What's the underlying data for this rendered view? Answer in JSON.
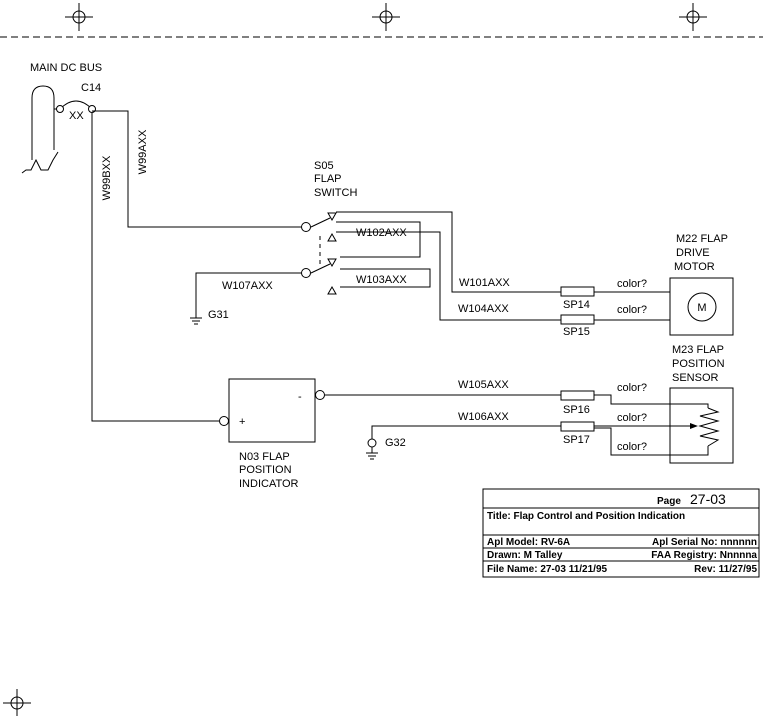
{
  "bus": {
    "label": "MAIN DC BUS",
    "breaker_id": "C14",
    "breaker_rating": "XX"
  },
  "switch": {
    "id": "S05",
    "line1": "FLAP",
    "line2": "SWITCH"
  },
  "motor": {
    "id": "M22 FLAP",
    "line2": "DRIVE",
    "line3": "MOTOR",
    "symbol": "M"
  },
  "sensor": {
    "id": "M23 FLAP",
    "line2": "POSITION",
    "line3": "SENSOR"
  },
  "indicator": {
    "id": "N03 FLAP",
    "line2": "POSITION",
    "line3": "INDICATOR",
    "minus": "-",
    "plus": "+"
  },
  "grounds": {
    "g31": "G31",
    "g32": "G32"
  },
  "wires": {
    "w99a": "W99AXX",
    "w99b": "W99BXX",
    "w102": "W102AXX",
    "w103": "W103AXX",
    "w107": "W107AXX",
    "w101": "W101AXX",
    "w104": "W104AXX",
    "w105": "W105AXX",
    "w106": "W106AXX"
  },
  "splices": {
    "sp14": "SP14",
    "sp15": "SP15",
    "sp16": "SP16",
    "sp17": "SP17"
  },
  "colors": {
    "c1": "color?",
    "c2": "color?",
    "c3": "color?",
    "c4": "color?",
    "c5": "color?"
  },
  "title_block": {
    "page_label": "Page",
    "page": "27-03",
    "title": "Title: Flap Control and Position Indication",
    "model": "Apl Model: RV-6A",
    "serial": "Apl Serial No: nnnnnn",
    "drawn": "Drawn: M Talley",
    "registry": "FAA Registry: Nnnnna",
    "file": "File Name: 27-03 11/21/95",
    "rev": "Rev: 11/27/95"
  }
}
